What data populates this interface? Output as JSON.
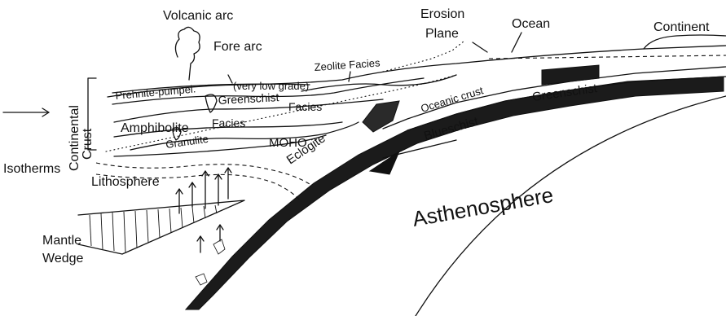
{
  "labels": {
    "volcanic_arc": "Volcanic arc",
    "fore_arc": "Fore arc",
    "erosion_plane": [
      "Erosion",
      "Plane"
    ],
    "ocean": "Ocean",
    "continent": "Continent",
    "zeolite_facies": "Zeolite Facies",
    "prehnite_pumpel": "Prehnite-pumpel.",
    "very_low_grade": "(very low grade)",
    "greenschist_arc": "Greenschist",
    "facies_1": "Facies",
    "amphibolite": "Amphibolite",
    "facies_2": "Facies",
    "granulite": "Granulite",
    "moho": "MOHO",
    "eclogite": "Eclogite",
    "oceanic_crust": "Oceanic crust",
    "greenschist_slab": "Greenschist",
    "blueschist": "Blueschist",
    "continental_crust": [
      "Continental",
      "Crust"
    ],
    "isotherms": "Isotherms",
    "lithosphere": "Lithosphere",
    "asthenosphere": "Asthenosphere",
    "mantle_wedge": [
      "Mantle",
      "Wedge"
    ]
  },
  "colors": {
    "ink": "#111111",
    "slab": "#1b1b1b",
    "background": "#ffffff"
  }
}
